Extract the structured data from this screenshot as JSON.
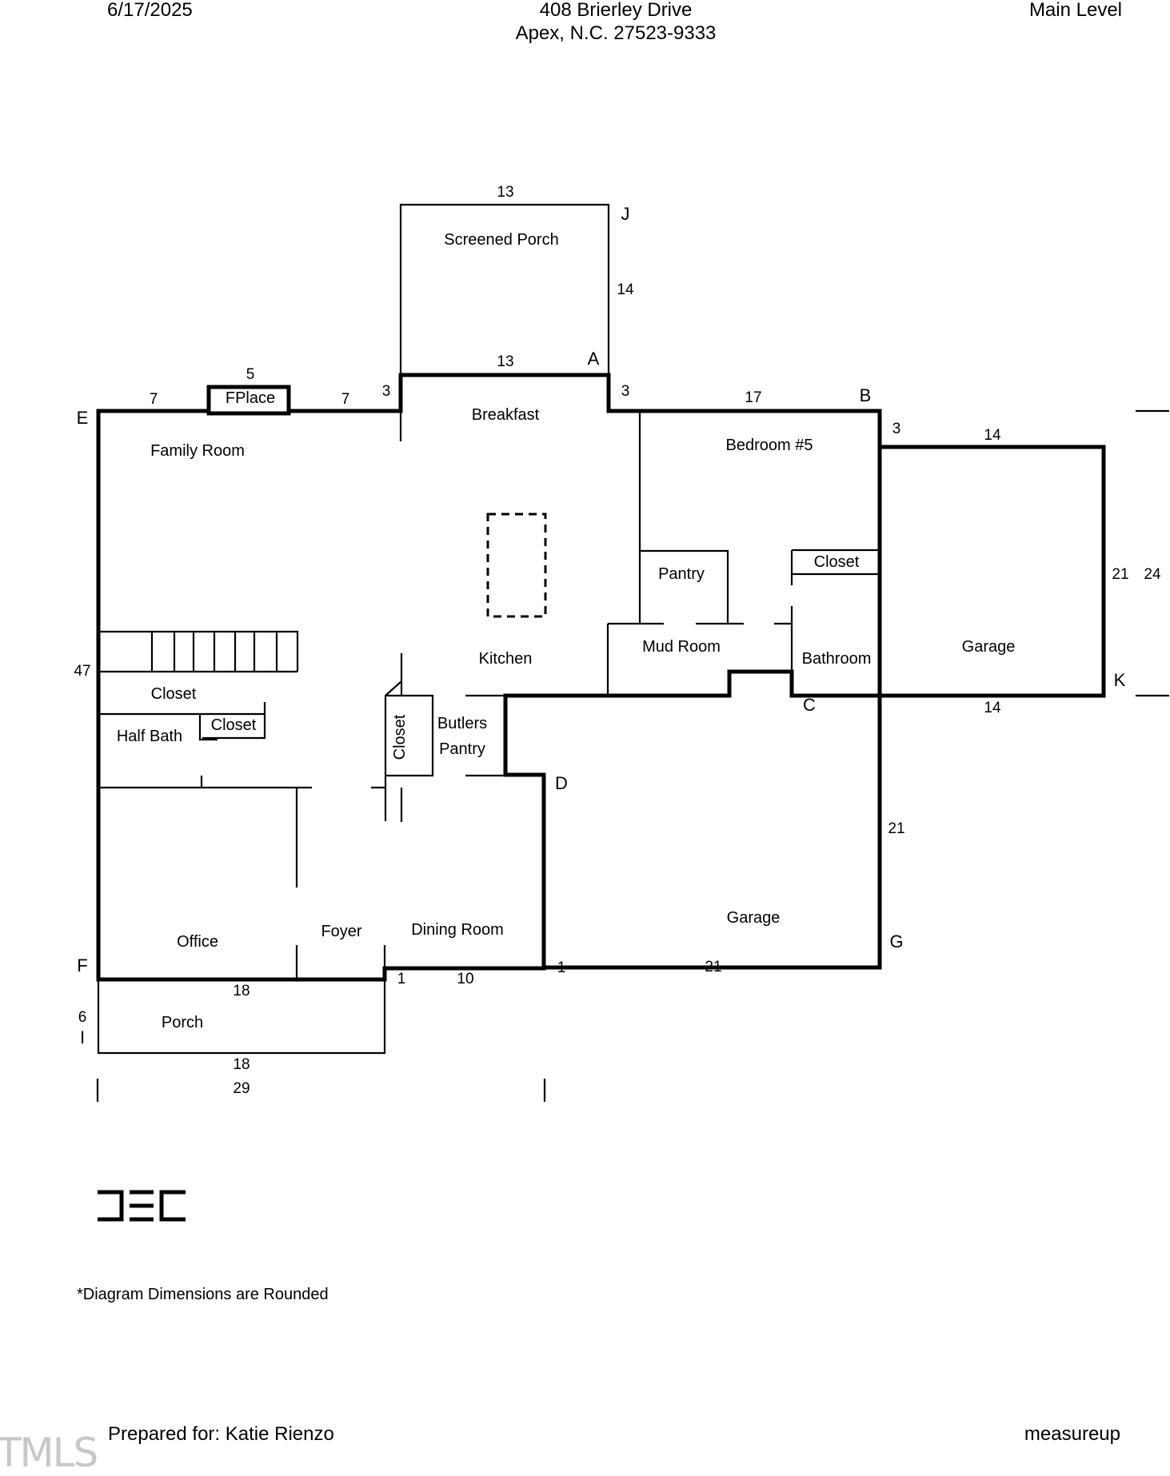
{
  "header": {
    "date": "6/17/2025",
    "address_line1": "408 Brierley Drive",
    "address_line2": "Apex, N.C. 27523-9333",
    "level": "Main Level"
  },
  "rooms": {
    "screened_porch": "Screened Porch",
    "fireplace": "FPlace",
    "breakfast": "Breakfast",
    "family_room": "Family Room",
    "bedroom5": "Bedroom #5",
    "pantry": "Pantry",
    "closet_bedroom": "Closet",
    "mud_room": "Mud Room",
    "bathroom": "Bathroom",
    "kitchen": "Kitchen",
    "closet_stairs": "Closet",
    "half_bath": "Half Bath",
    "closet_halfbath": "Closet",
    "closet_vertical": "Closet",
    "butlers_pantry_1": "Butlers",
    "butlers_pantry_2": "Pantry",
    "garage_main": "Garage",
    "garage_side": "Garage",
    "office": "Office",
    "foyer": "Foyer",
    "dining_room": "Dining Room",
    "porch": "Porch"
  },
  "points": {
    "A": "A",
    "B": "B",
    "C": "C",
    "D": "D",
    "E": "E",
    "F": "F",
    "G": "G",
    "I": "I",
    "J": "J",
    "K": "K"
  },
  "dimensions": {
    "porch_top": "13",
    "porch_right": "14",
    "porch_bottom": "13",
    "fplace": "5",
    "left_seg1": "7",
    "left_seg2": "7",
    "step_left": "3",
    "step_right": "3",
    "bedroom_top": "17",
    "garage_step": "3",
    "garage_side_top": "14",
    "garage_side_right": "21",
    "overall_right": "24",
    "garage_side_bottom": "14",
    "left_side": "47",
    "main_garage_right": "21",
    "main_garage_bottom": "21",
    "main_garage_step": "1",
    "dining_step": "1",
    "dining_bottom": "10",
    "office_bottom": "18",
    "porch_front_side": "6",
    "porch_front_bottom": "18",
    "overall_bottom": "29"
  },
  "footer": {
    "note": "*Diagram Dimensions are Rounded",
    "prepared": "Prepared for: Katie Rienzo",
    "brand": "measureup",
    "mls": "TMLS"
  }
}
